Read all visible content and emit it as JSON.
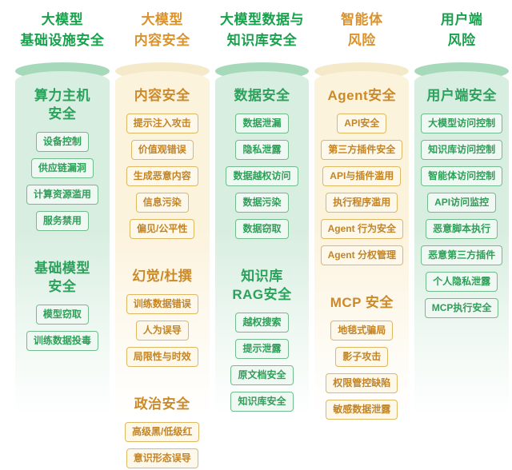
{
  "board": {
    "description": "AI large-model security risk taxonomy diagram with five pillar columns"
  },
  "colors": {
    "green": {
      "header": "#18a14c",
      "ellipse": "#a6d8ba",
      "body": "#d8eee0",
      "title": "#2ba15c",
      "tag_bg": "#f0f8f3",
      "tag_border": "#72bb8d",
      "tag_text": "#2f9e58"
    },
    "gold": {
      "header": "#d9922c",
      "ellipse": "#f4e9c8",
      "body": "#fcf3dd",
      "title": "#cb8a2a",
      "tag_bg": "#fdf8e9",
      "tag_border": "#dfb863",
      "tag_text": "#c28426"
    }
  },
  "columns": [
    {
      "id": "model-infra-security",
      "theme": "green",
      "header_lines": [
        "大模型",
        "基础设施安全"
      ],
      "sections": [
        {
          "title_lines": [
            "算力主机",
            "安全"
          ],
          "tags": [
            "设备控制",
            "供应链漏洞",
            "计算资源滥用",
            "服务禁用"
          ]
        },
        {
          "title_lines": [
            "基础模型",
            "安全"
          ],
          "tags": [
            "模型窃取",
            "训练数据投毒"
          ]
        }
      ]
    },
    {
      "id": "model-content-security",
      "theme": "gold",
      "header_lines": [
        "大模型",
        "内容安全"
      ],
      "sections": [
        {
          "title_lines": [
            "内容安全"
          ],
          "tags": [
            "提示注入攻击",
            "价值观错误",
            "生成恶意内容",
            "信息污染",
            "偏见/公平性"
          ]
        },
        {
          "title_lines": [
            "幻觉/杜撰"
          ],
          "tags": [
            "训练数据错误",
            "人为误导",
            "局限性与时效"
          ]
        },
        {
          "title_lines": [
            "政治安全"
          ],
          "tags": [
            "高级黑/低级红",
            "意识形态误导"
          ]
        }
      ]
    },
    {
      "id": "model-data-knowledge-security",
      "theme": "green",
      "header_lines": [
        "大模型数据与",
        "知识库安全"
      ],
      "sections": [
        {
          "title_lines": [
            "数据安全"
          ],
          "tags": [
            "数据泄漏",
            "隐私泄露",
            "数据越权访问",
            "数据污染",
            "数据窃取"
          ]
        },
        {
          "title_lines": [
            "知识库",
            "RAG安全"
          ],
          "tags": [
            "越权搜索",
            "提示泄露",
            "原文档安全",
            "知识库安全"
          ]
        }
      ]
    },
    {
      "id": "agent-risk",
      "theme": "gold",
      "header_lines": [
        "智能体",
        "风险"
      ],
      "sections": [
        {
          "title_lines": [
            "Agent安全"
          ],
          "tags": [
            "API安全",
            "第三方插件安全",
            "API与插件滥用",
            "执行程序滥用",
            "Agent 行为安全",
            "Agent 分权管理"
          ]
        },
        {
          "title_lines": [
            "MCP 安全"
          ],
          "tags": [
            "地毯式骗局",
            "影子攻击",
            "权限管控缺陷",
            "敏感数据泄露"
          ]
        }
      ]
    },
    {
      "id": "client-risk",
      "theme": "green",
      "header_lines": [
        "用户端",
        "风险"
      ],
      "sections": [
        {
          "title_lines": [
            "用户端安全"
          ],
          "tags": [
            "大模型访问控制",
            "知识库访问控制",
            "智能体访问控制",
            "API访问监控",
            "恶意脚本执行",
            "恶意第三方插件",
            "个人隐私泄露",
            "MCP执行安全"
          ]
        }
      ]
    }
  ]
}
